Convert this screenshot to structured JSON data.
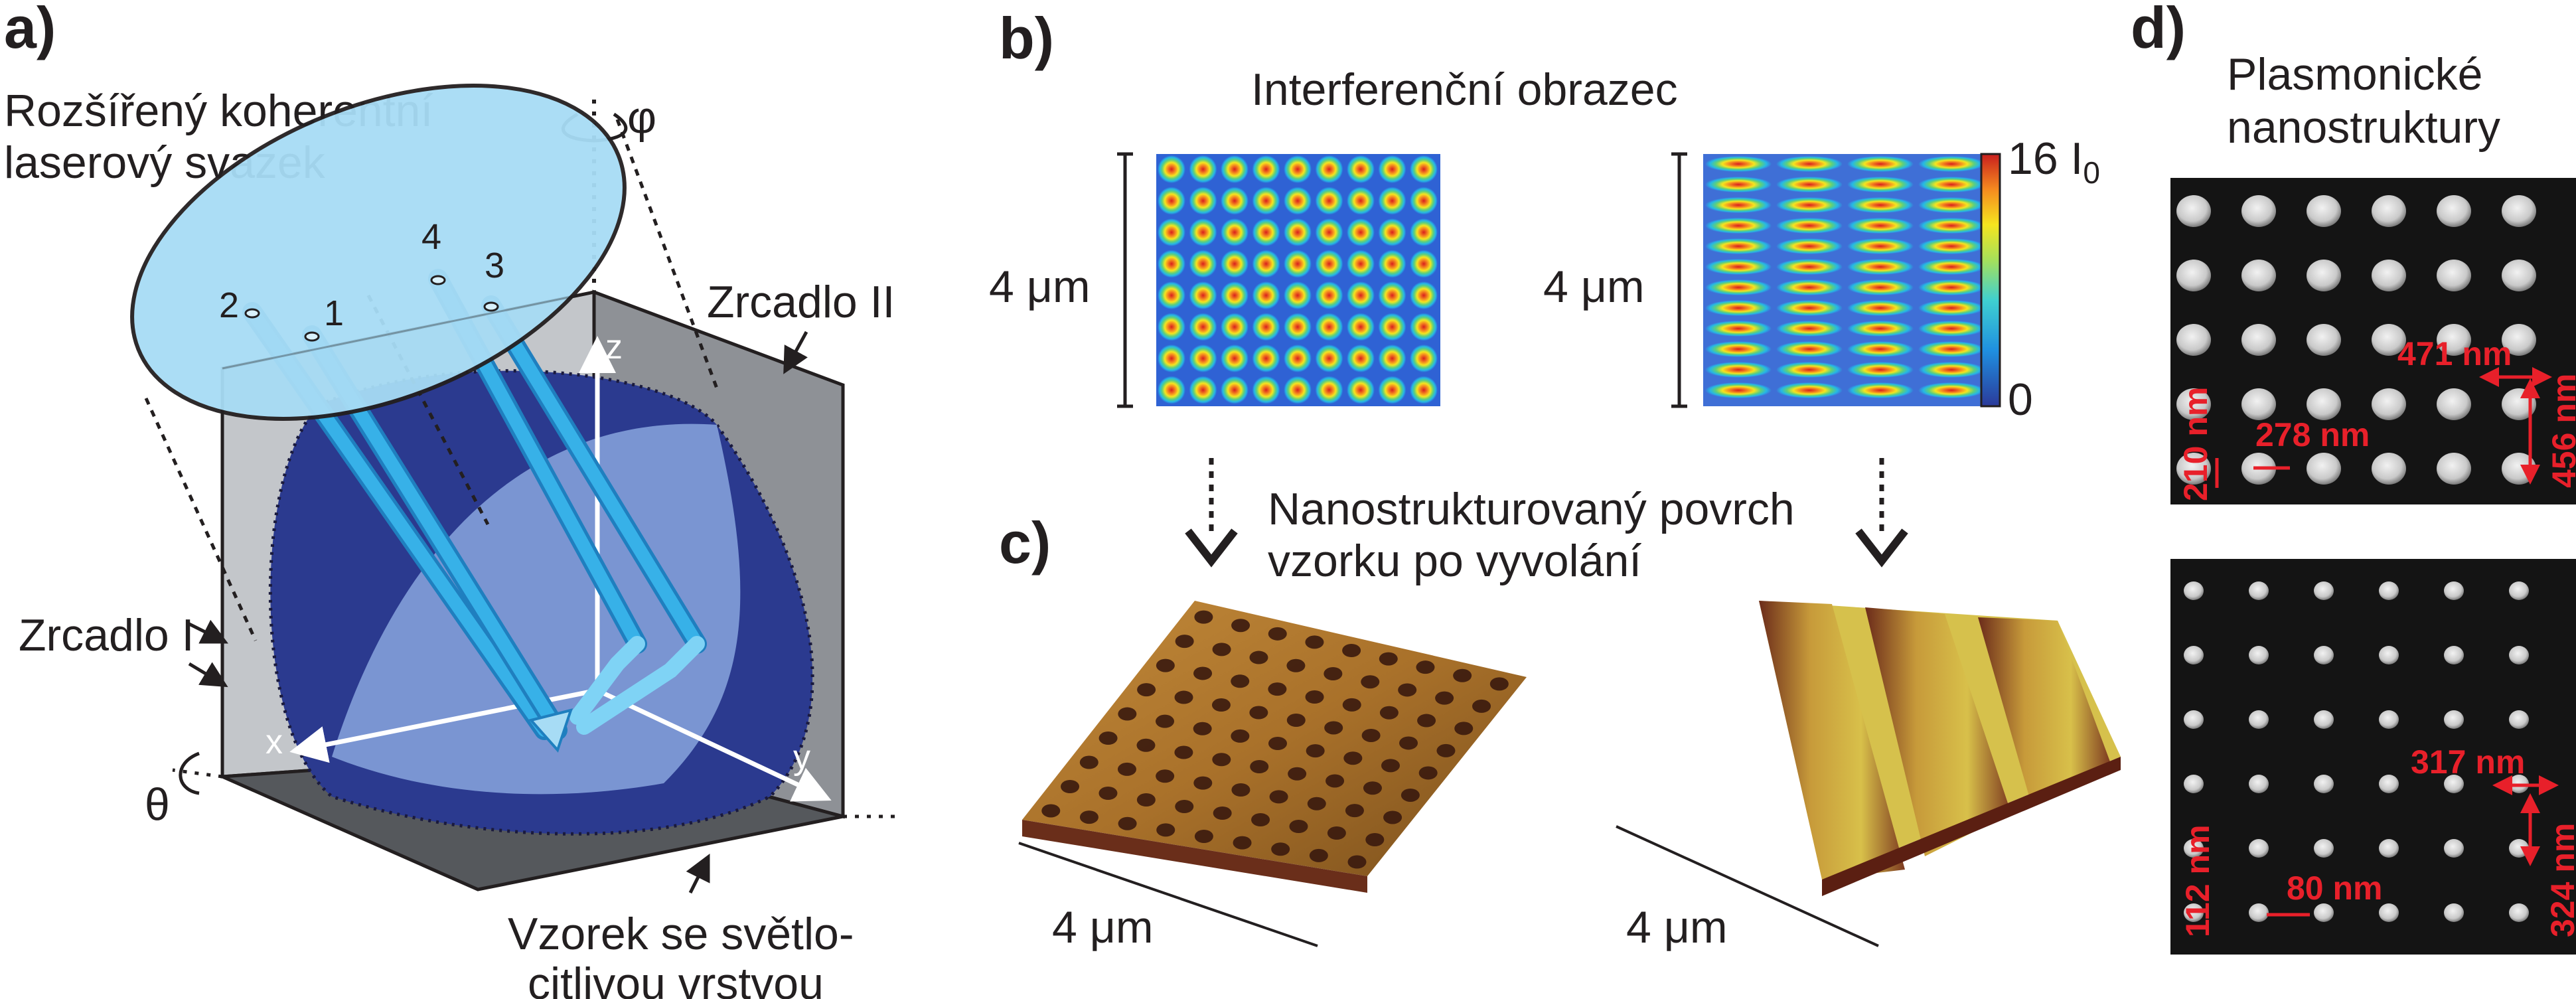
{
  "colors": {
    "text": "#231f20",
    "beam": "#2aa9e0",
    "ellipse": "#a7dcf5",
    "mirror_fill": "#b9bcc0",
    "sample_fill": "#5a5d61",
    "dark_region": "#2b3a8f",
    "light_region": "#7e9ad6",
    "annotation": "#e8202a",
    "sem_bg": "#111111"
  },
  "panels": {
    "a": {
      "letter": "a)",
      "title_line1": "Rozšířený koherentní",
      "title_line2": "laserový svazek",
      "phi": "φ",
      "theta": "θ",
      "beams": [
        "1",
        "2",
        "3",
        "4"
      ],
      "axes": [
        "x",
        "y",
        "z"
      ],
      "mirror2": "Zrcadlo II",
      "mirror1": "Zrcadlo I",
      "sample_line1": "Vzorek se světlo-",
      "sample_line2": "citlivou vrstvou"
    },
    "b": {
      "letter": "b)",
      "title": "Interferenční obrazec",
      "scale_left": "4 μm",
      "scale_right": "4 μm",
      "colorbar_max": "16 I",
      "colorbar_max_sub": "0",
      "colorbar_min": "0"
    },
    "c": {
      "letter": "c)",
      "title_line1": "Nanostrukturovaný povrch",
      "title_line2": "vzorku po vyvolání",
      "scale_left": "4 μm",
      "scale_right": "4 μm"
    },
    "d": {
      "letter": "d)",
      "title_line1": "Plasmonické",
      "title_line2": "nanostruktury",
      "top": {
        "period_x": "471 nm",
        "period_y": "456 nm",
        "diameter": "210 nm",
        "gap": "278 nm"
      },
      "bottom": {
        "period_x": "317 nm",
        "period_y": "324 nm",
        "diameter": "112 nm",
        "gap": "80 nm"
      }
    }
  }
}
